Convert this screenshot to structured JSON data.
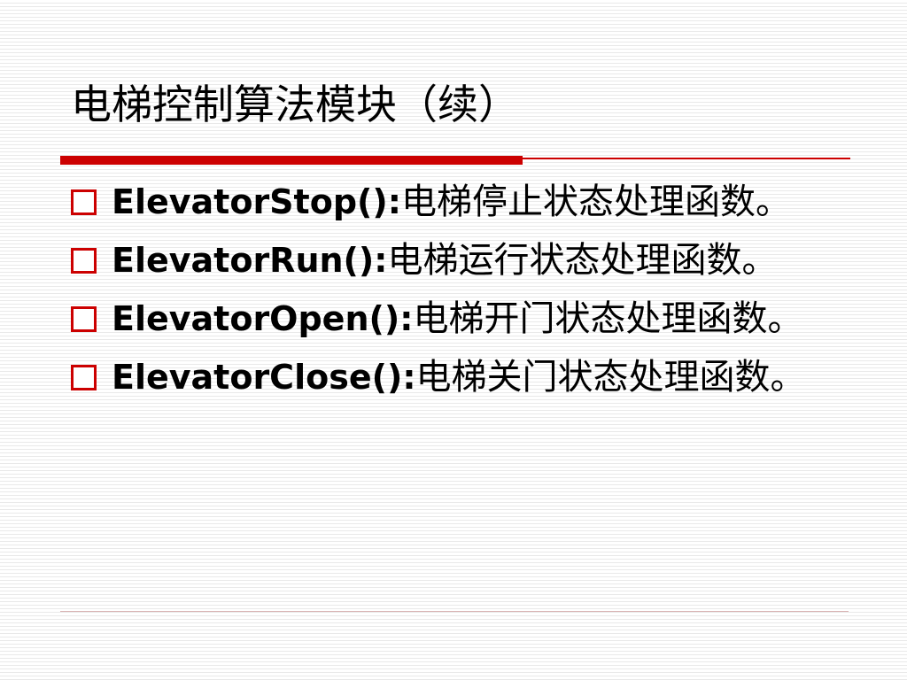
{
  "slide": {
    "title": "电梯控制算法模块（续）"
  },
  "bullets": [
    {
      "name": "ElevatorStop():",
      "desc": "电梯停止状态处理函数。"
    },
    {
      "name": "ElevatorRun():",
      "desc": "电梯运行状态处理函数。"
    },
    {
      "name": "ElevatorOpen():",
      "desc": "电梯开门状态处理函数。"
    },
    {
      "name": "ElevatorClose():",
      "desc": "电梯关门状态处理函数。"
    }
  ],
  "colors": {
    "accent": "#cc0000",
    "text": "#000000",
    "background_line": "#e9e9e9"
  },
  "icons": {
    "bullet": "hollow-square-bullet-icon"
  }
}
